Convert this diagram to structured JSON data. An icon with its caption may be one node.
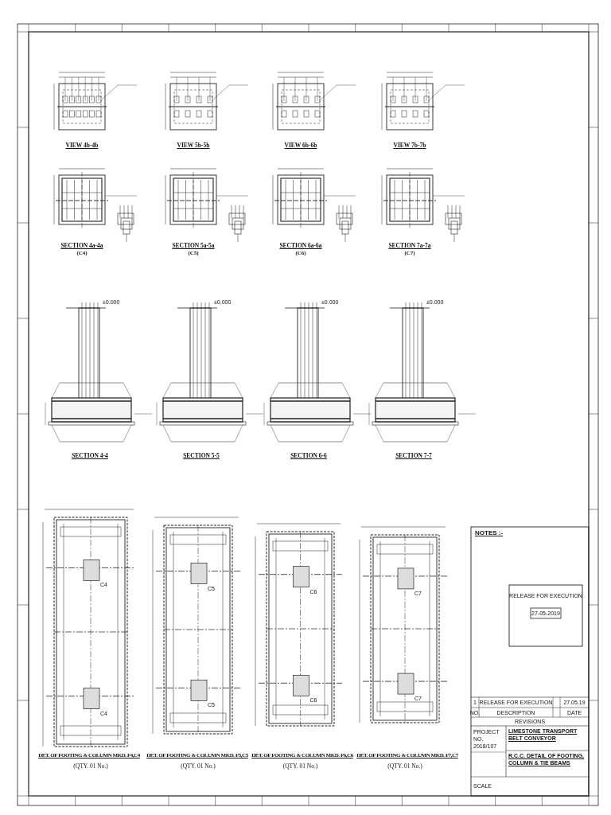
{
  "diagram": {
    "labels": [
      "VIEW 4b-4b",
      "VIEW 5b-5b",
      "VIEW 6b-6b",
      "VIEW 7b-7b",
      "SECTION 4a-4a",
      "(C4)",
      "SECTION 5a-5a",
      "(C5)",
      "SECTION 6a-6a",
      "(C6)",
      "SECTION 7a-7a",
      "(C7)",
      "±0.000",
      "±0.000",
      "±0.000",
      "±0.000",
      "SECTION 4-4",
      "SECTION 5-5",
      "SECTION 6-6",
      "SECTION 7-7",
      "C4",
      "C5",
      "C6",
      "C7",
      "C4",
      "C5",
      "C6",
      "C7",
      "DET. OF FOOTING & COLUMN MKD. F4,C4",
      "DET. OF FOOTING & COLUMN MKD. F5,C5",
      "DET. OF FOOTING & COLUMN MKD. F6,C6",
      "DET. OF FOOTING & COLUMN MKD. F7,C7",
      "(QTY. 01 No.)",
      "(QTY. 01 No.)",
      "(QTY. 01 No.)",
      "(QTY. 01 No.)",
      "NOTES :-",
      "RELEASE FOR EXECUTION",
      "27-05-2019",
      "1",
      "RELEASE FOR EXECUTION",
      "27.05.19",
      "NO.",
      "DESCRIPTION",
      "DATE",
      "REVISIONS",
      "PROJECT NO. 2018/107",
      "LIMESTONE TRANSPORT BELT CONVEYOR",
      "R.C.C. DETAIL OF FOOTING, COLUMN & TIE BEAMS",
      "SCALE"
    ]
  }
}
